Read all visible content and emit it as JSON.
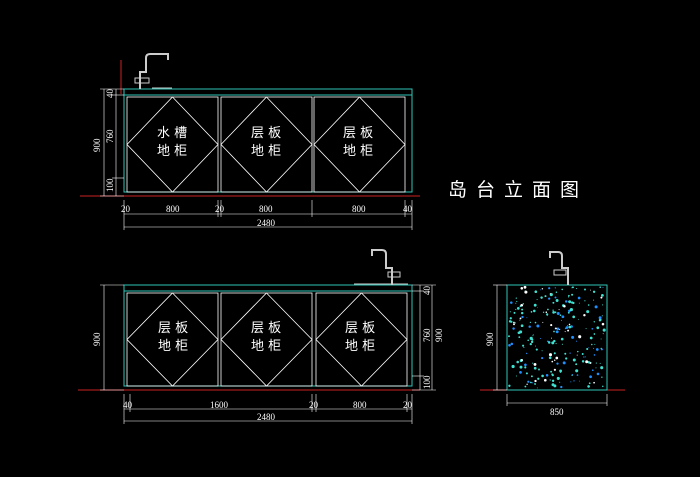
{
  "title": "岛台立面图",
  "colors": {
    "background": "#000000",
    "cabinet": "#2ec4b6",
    "door": "#ffffff",
    "dim": "#ffffff",
    "floor": "#cc2222",
    "stone": "#40e0d0"
  },
  "elevation_top": {
    "cabinets": [
      {
        "line1": "水 槽",
        "line2": "地 柜"
      },
      {
        "line1": "层 板",
        "line2": "地 柜"
      },
      {
        "line1": "层 板",
        "line2": "地 柜"
      }
    ],
    "height_dims": {
      "total": "900",
      "top": "40",
      "mid": "760",
      "bottom": "100"
    },
    "width_dims": [
      "20",
      "800",
      "20",
      "800",
      "800",
      "40"
    ],
    "overall": "2480"
  },
  "elevation_bottom": {
    "cabinets": [
      {
        "line1": "层 板",
        "line2": "地 柜"
      },
      {
        "line1": "层 板",
        "line2": "地 柜"
      },
      {
        "line1": "层 板",
        "line2": "地 柜"
      }
    ],
    "left_dim": "900",
    "height_dims": {
      "top": "40",
      "mid": "760",
      "bottom": "100",
      "total": "900"
    },
    "width_dims": [
      "40",
      "1600",
      "20",
      "800",
      "20"
    ],
    "overall": "2480"
  },
  "side_view": {
    "height": "900",
    "width": "850"
  }
}
